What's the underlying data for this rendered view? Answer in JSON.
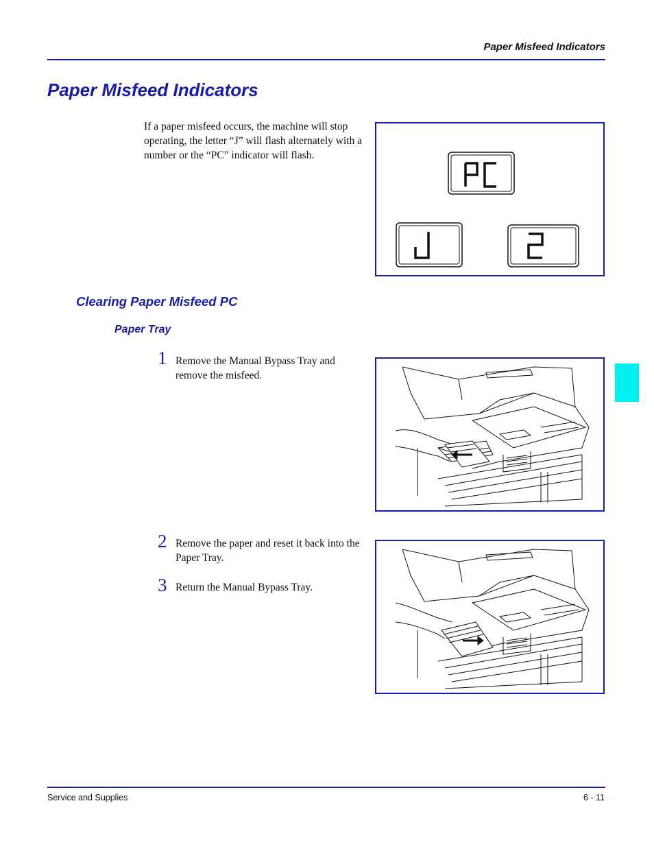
{
  "header": {
    "running_title": "Paper Misfeed Indicators"
  },
  "page_title": "Paper Misfeed Indicators",
  "intro_text": "If a paper misfeed occurs, the machine will stop operating, the letter “J” will flash alternately with a number or the “PC” indicator will flash.",
  "indicator_figure": {
    "display_top": "PC",
    "display_left": "J",
    "display_right": "2"
  },
  "section": {
    "title": "Clearing Paper Misfeed PC",
    "subtitle": "Paper Tray",
    "steps": [
      {
        "number": "1",
        "text": "Remove the Manual Bypass Tray and remove the misfeed."
      },
      {
        "number": "2",
        "text": "Remove the paper and reset it back into the Paper Tray."
      },
      {
        "number": "3",
        "text": "Return the Manual Bypass Tray."
      }
    ]
  },
  "footer": {
    "left": "Service and Supplies",
    "right": "6 - 11"
  },
  "colors": {
    "accent": "#1a1aa8",
    "tab": "#00f0f0"
  }
}
